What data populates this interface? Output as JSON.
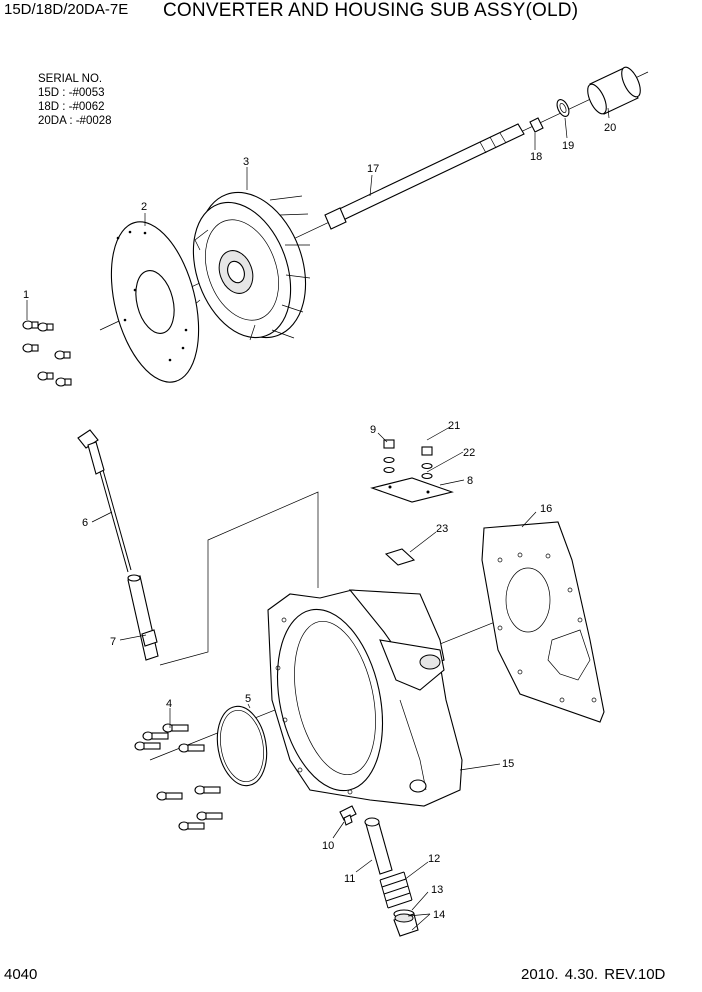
{
  "header": {
    "model": "15D/18D/20DA-7E",
    "title": "CONVERTER AND HOUSING SUB ASSY(OLD)"
  },
  "serial": {
    "heading": "SERIAL NO.",
    "lines": [
      "15D : -#0053",
      "18D : -#0062",
      "20DA : -#0028"
    ]
  },
  "callouts": [
    "1",
    "2",
    "3",
    "4",
    "5",
    "6",
    "7",
    "8",
    "9",
    "10",
    "11",
    "12",
    "13",
    "14",
    "15",
    "16",
    "17",
    "18",
    "19",
    "20",
    "21",
    "22",
    "23"
  ],
  "footer": {
    "page": "4040",
    "date_rev": "2010. 4.30.  REV.10D"
  }
}
